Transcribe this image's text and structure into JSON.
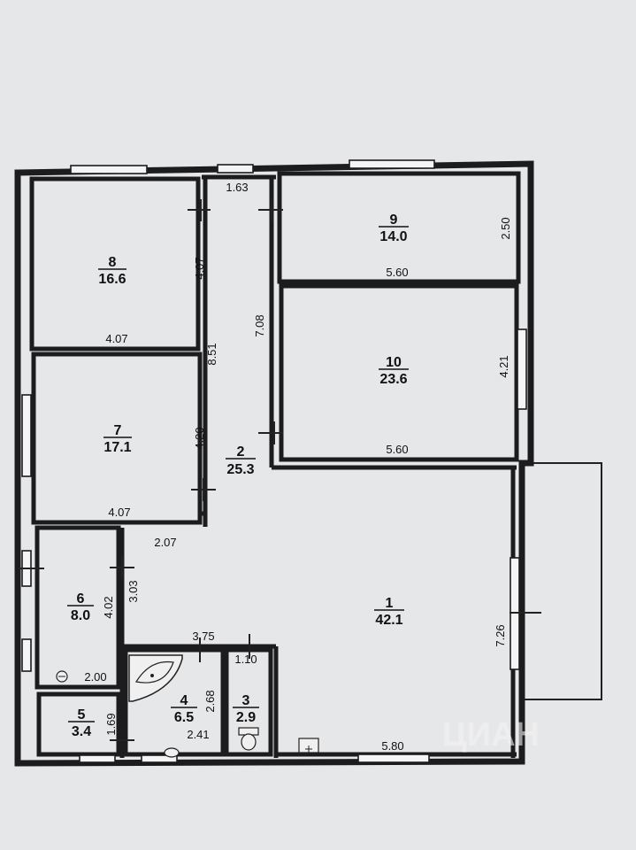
{
  "rooms": [
    {
      "id": "1",
      "area": "42.1"
    },
    {
      "id": "2",
      "area": "25.3"
    },
    {
      "id": "3",
      "area": "2.9"
    },
    {
      "id": "4",
      "area": "6.5"
    },
    {
      "id": "5",
      "area": "3.4"
    },
    {
      "id": "6",
      "area": "8.0"
    },
    {
      "id": "7",
      "area": "17.1"
    },
    {
      "id": "8",
      "area": "16.6"
    },
    {
      "id": "9",
      "area": "14.0"
    },
    {
      "id": "10",
      "area": "23.6"
    }
  ],
  "dimensions": {
    "r8_height": "4.07",
    "r8_width": "4.07",
    "r7_height": "4.20",
    "r7_width": "4.07",
    "hall_top_width": "1.63",
    "hall_length": "8.51",
    "hall_right_length": "7.08",
    "hall_bottom_width": "2.07",
    "r9_height": "2.50",
    "r9_width": "5.60",
    "r10_height": "4.21",
    "r10_width": "5.60",
    "r6_height_inner": "4.02",
    "r6_height_outer": "3.03",
    "r6_width": "2.00",
    "r1_top_width": "3.75",
    "r3_width": "1.10",
    "r4_height": "2.68",
    "r4_width": "2.41",
    "r5_height": "1.69",
    "r1_height": "7.26",
    "r1_width": "5.80"
  },
  "watermark": {
    "text": "ЦИАН"
  }
}
